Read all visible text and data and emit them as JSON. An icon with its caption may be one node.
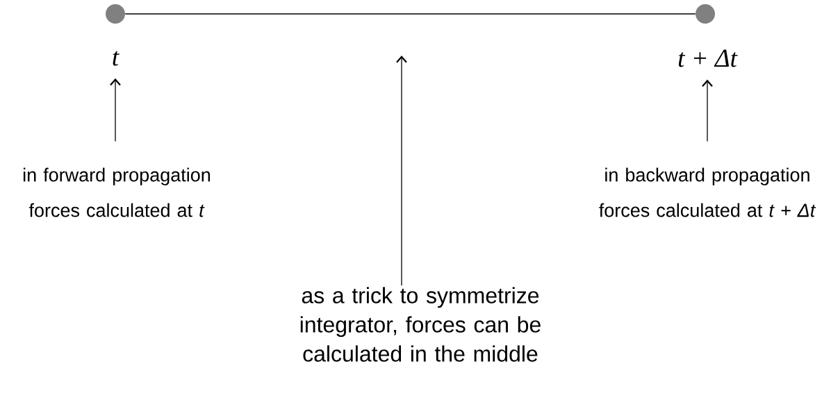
{
  "diagram": {
    "nodes": [
      {
        "text": [],
        "shape": "circle"
      },
      {
        "text": [],
        "shape": "circle"
      },
      {
        "text": [
          "t"
        ]
      },
      {
        "text": [
          "t + Δt"
        ]
      },
      {
        "text": [
          "in forward propagation forces calculated at *t*"
        ]
      },
      {
        "text": [
          "in backward propagation forces calculated at *t + Δt*"
        ]
      },
      {
        "text": [
          "as a trick to symmetrize integrator, forces can be calculated in the middle"
        ]
      }
    ],
    "edges": [
      {
        "from": 0,
        "to": 1,
        "arrow": "none"
      },
      {
        "from": 4,
        "to": 2,
        "arrow": "to"
      },
      {
        "from": 5,
        "to": 3,
        "arrow": "to"
      },
      {
        "from": 6,
        "to": null,
        "arrow": "to"
      }
    ]
  }
}
